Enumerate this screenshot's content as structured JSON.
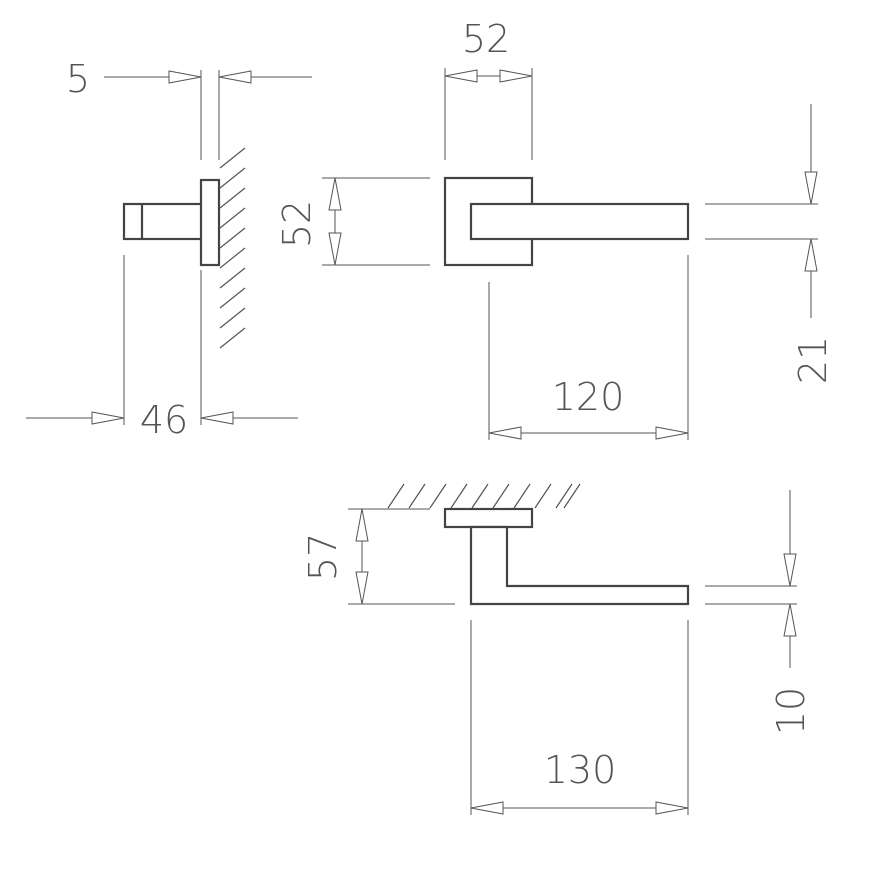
{
  "dimensions": {
    "top_gap": "5",
    "side_depth": "46",
    "rose_width": "52",
    "rose_height": "52",
    "lever_length_front": "120",
    "lever_thickness": "21",
    "projection": "57",
    "lever_length_top": "130",
    "lever_height": "10"
  },
  "colors": {
    "line": "#555555",
    "part": "#444444",
    "background": "#ffffff"
  }
}
